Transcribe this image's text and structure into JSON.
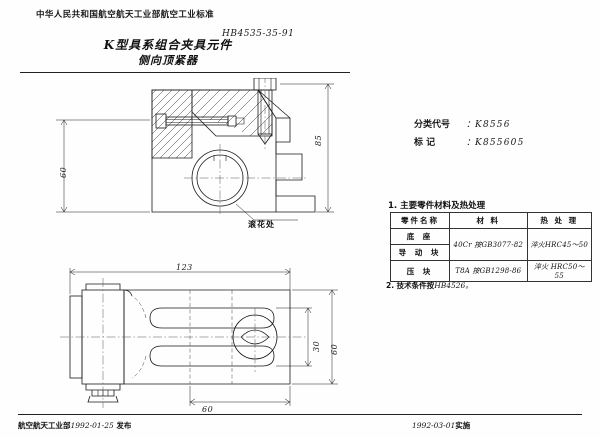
{
  "header": {
    "organization": "中华人民共和国航空航天工业部航空工业标准",
    "standard_number": "HB4535-35-91",
    "title": "K型具系组合夹具元件",
    "subtitle": "侧向顶紧器"
  },
  "info": {
    "class_label": "分类代号",
    "class_value": "K8556",
    "mark_label": "标    记",
    "mark_value": "K855605",
    "separator": "："
  },
  "requirements": {
    "heading": "1. 主要零件材料及热处理",
    "columns": [
      "零件名称",
      "材    料",
      "热 处 理"
    ],
    "rows": [
      {
        "name": "底    座",
        "material": "40Cr 按GB3077-82",
        "heat": "淬火HRC45～50"
      },
      {
        "name": "导 动 块",
        "material": "40Cr 按GB3077-82",
        "heat": "淬火HRC45～50"
      },
      {
        "name": "压    块",
        "material": "T8A 按GB1298-86",
        "heat": "淬火 HRC50～55"
      }
    ],
    "note": "2. 技术条件按",
    "note_ref": "HB4526。"
  },
  "drawing": {
    "dim_height_left": "60",
    "dim_height_right": "85",
    "dim_length": "123",
    "dim_width_bottom": "60",
    "dim_bore_right": "30",
    "dim_width_right": "60",
    "note_knurl": "滚花处"
  },
  "footer": {
    "left_text": "航空航天工业部",
    "left_date": "1992-01-25",
    "left_suffix": "发布",
    "right_date": "1992-03-01",
    "right_suffix": "实施"
  }
}
